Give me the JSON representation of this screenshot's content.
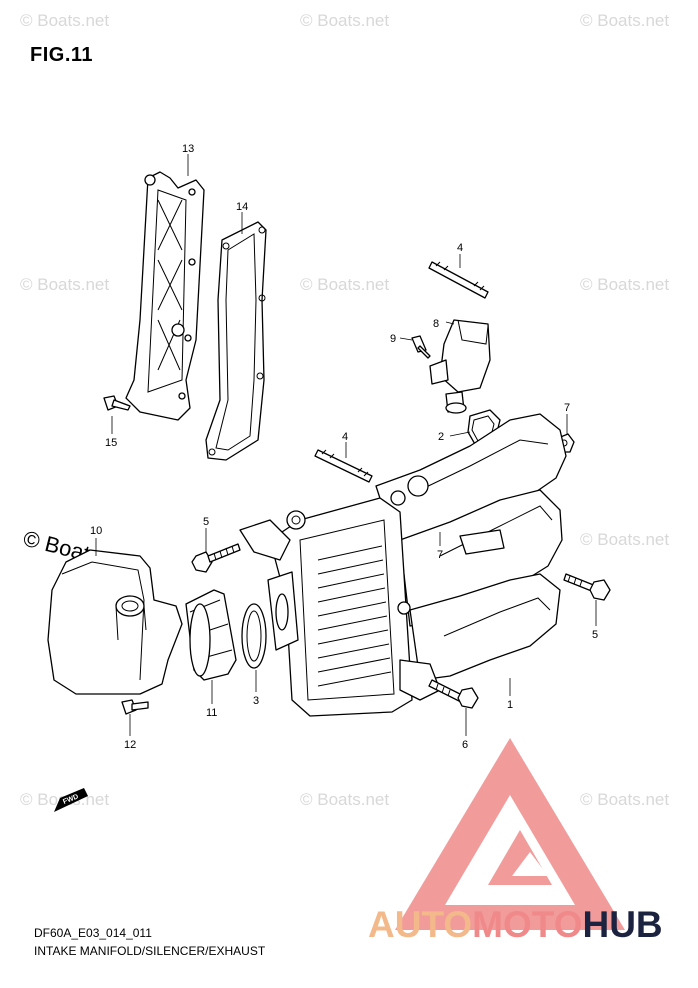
{
  "figure_title": "FIG.11",
  "drawing_code": "DF60A_E03_014_011",
  "caption": "INTAKE MANIFOLD/SILENCER/EXHAUST",
  "watermark": "© Boats.net",
  "brand": {
    "part1": "AUTO",
    "part2": "MOTO",
    "part3": "HUB"
  },
  "fwd_label": "FWD",
  "callouts": {
    "c1": "1",
    "c2": "2",
    "c3": "3",
    "c4a": "4",
    "c4b": "4",
    "c5a": "5",
    "c5b": "5",
    "c6": "6",
    "c7a": "7",
    "c7b": "7",
    "c8": "8",
    "c9": "9",
    "c10": "10",
    "c11": "11",
    "c12": "12",
    "c13": "13",
    "c14": "14",
    "c15": "15"
  },
  "colors": {
    "logo_red": "#f08a8a",
    "logo_orange": "#f3b98a",
    "logo_navy": "#1c2340",
    "watermark": "#d8d8d8"
  }
}
